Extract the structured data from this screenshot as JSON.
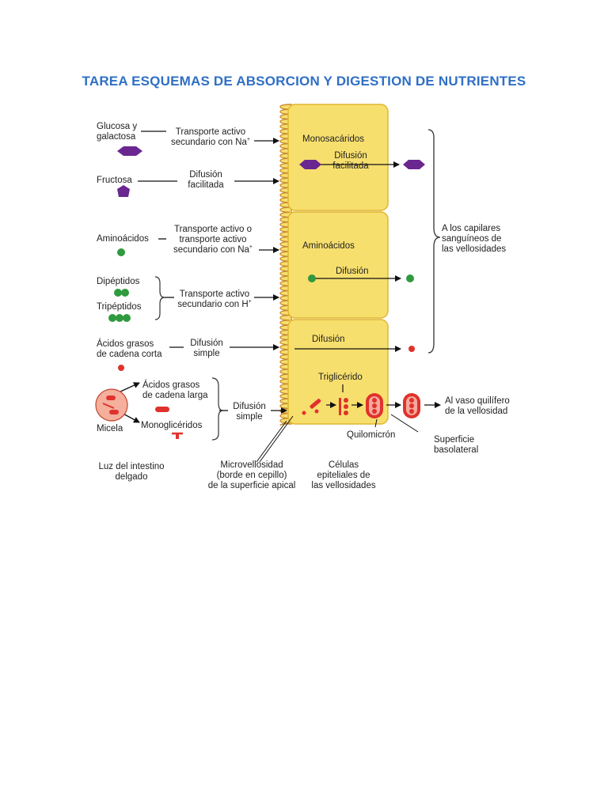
{
  "document": {
    "title": "TAREA ESQUEMAS DE ABSORCION Y DIGESTION DE NUTRIENTES"
  },
  "colors": {
    "title": "#2f6fc5",
    "cell_fill": "#f7df6e",
    "cell_border": "#e0b630",
    "brush_border": "#c98a2f",
    "purple": "#6a2790",
    "green": "#2f9a3e",
    "red": "#e0322c",
    "micelle": "#f4b09c"
  },
  "diagram": {
    "left": {
      "glucose": [
        "Glucosa y",
        "galactosa"
      ],
      "glucose_transport": [
        "Transporte activo",
        "secundario con Na"
      ],
      "fructose": "Fructosa",
      "fructose_transport": [
        "Difusión",
        "facilitada"
      ],
      "aminoacids": "Aminoácidos",
      "aminoacids_transport": [
        "Transporte activo o",
        "transporte activo",
        "secundario con Na"
      ],
      "dipeptides": "Dipéptidos",
      "tripeptides": "Tripéptidos",
      "peptides_transport": [
        "Transporte activo",
        "secundario con H"
      ],
      "short_fa": [
        "Ácidos grasos",
        "de cadena corta"
      ],
      "short_fa_transport": [
        "Difusión",
        "simple"
      ],
      "micelle": "Micela",
      "long_fa": [
        "Ácidos grasos",
        "de cadena larga"
      ],
      "monoglycerides": "Monoglicéridos",
      "lipid_transport": [
        "Difusión",
        "simple"
      ],
      "plus": "+"
    },
    "cell": {
      "monosaccharides": "Monosacáridos",
      "facilitated": [
        "Difusión",
        "facilitada"
      ],
      "aminoacids": "Aminoácidos",
      "diffusion_aa": "Difusión",
      "diffusion_fa": "Difusión",
      "triglyceride": "Triglicérido",
      "chylomicron": "Quilomicrón"
    },
    "right": {
      "capillaries": [
        "A los capilares",
        "sanguíneos de",
        "las vellosidades"
      ],
      "lacteal": [
        "Al vaso quilífero",
        "de la vellosidad"
      ],
      "basolateral": [
        "Superficie",
        "basolateral"
      ]
    },
    "bottom": {
      "lumen": [
        "Luz del intestino",
        "delgado"
      ],
      "microvilli": [
        "Microvellosidad",
        "(borde en cepillo)",
        "de la superficie apical"
      ],
      "epithelial": [
        "Células",
        "epiteliales de",
        "las vellosidades"
      ]
    }
  }
}
